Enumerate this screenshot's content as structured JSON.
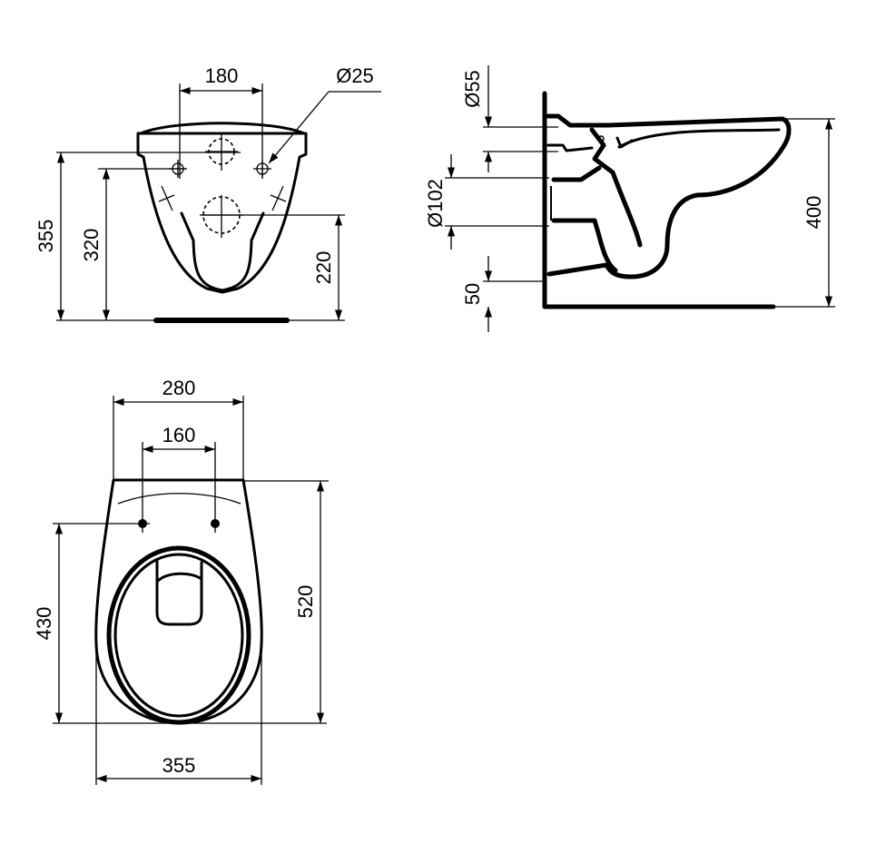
{
  "drawing": {
    "subject": "Wall-hung WC technical dimension drawing",
    "units": "mm",
    "colors": {
      "line": "#000000",
      "background": "#ffffff"
    }
  },
  "front_view": {
    "dimensions": {
      "fixing_hole_spacing": "180",
      "fixing_hole_diameter": "Ø25",
      "overall_height": "355",
      "fixing_hole_height": "320",
      "outlet_height": "220"
    }
  },
  "side_view": {
    "dimensions": {
      "inlet_diameter": "Ø55",
      "outlet_diameter": "Ø102",
      "bottom_clearance": "50",
      "rim_height": "400"
    }
  },
  "top_view": {
    "dimensions": {
      "back_width": "280",
      "seat_hinge_spacing": "160",
      "hinge_to_front": "430",
      "overall_depth": "520",
      "overall_width": "355"
    }
  }
}
